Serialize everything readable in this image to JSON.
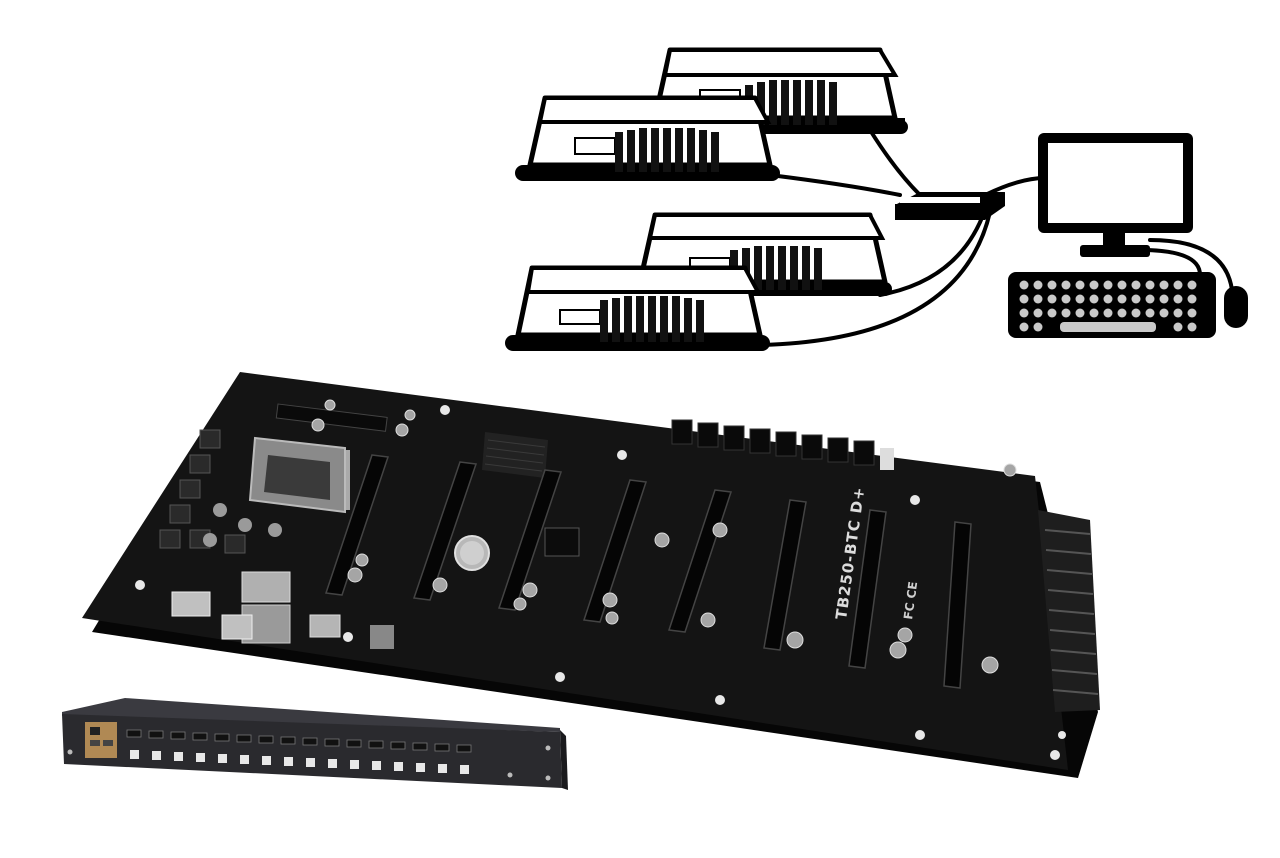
{
  "motherboard": {
    "model_label": "TB250-BTC D+"
  },
  "colors": {
    "background": "#ffffff",
    "pcb": "#141414",
    "pcb_edge": "#060606",
    "outline": "#000000",
    "kvm_body": "#2a2a2e",
    "kvm_port_highlight": "#c89a5a",
    "heatsink_fin": "#1a1a1a"
  },
  "icons": {
    "diagram": [
      "mining-rig-icon",
      "kvm-switch-icon",
      "monitor-icon",
      "keyboard-icon",
      "mouse-icon"
    ],
    "hardware": [
      "motherboard-photo",
      "kvm-switch-photo",
      "cpu-socket-icon",
      "cmos-battery-icon"
    ]
  }
}
